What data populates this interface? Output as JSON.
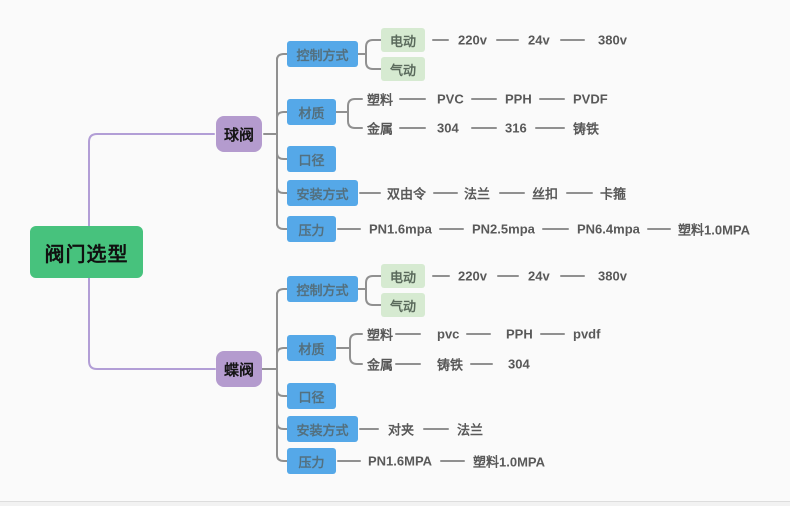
{
  "root": {
    "label": "阀门选型"
  },
  "b1": {
    "label": "球阀",
    "cat_control": "控制方式",
    "cat_material": "材质",
    "cat_diameter": "口径",
    "cat_install": "安装方式",
    "cat_pressure": "压力",
    "control": {
      "electric": "电动",
      "pneumatic": "气动",
      "volts": [
        "220v",
        "24v",
        "380v"
      ]
    },
    "material": {
      "plastic": "塑料",
      "plastic_chain": [
        "PVC",
        "PPH",
        "PVDF"
      ],
      "metal": "金属",
      "metal_chain": [
        "304",
        "316",
        "铸铁"
      ]
    },
    "install_chain": [
      "双由令",
      "法兰",
      "丝扣",
      "卡箍"
    ],
    "pressure_chain": [
      "PN1.6mpa",
      "PN2.5mpa",
      "PN6.4mpa",
      "塑料1.0MPA"
    ]
  },
  "b2": {
    "label": "蝶阀",
    "cat_control": "控制方式",
    "cat_material": "材质",
    "cat_diameter": "口径",
    "cat_install": "安装方式",
    "cat_pressure": "压力",
    "control": {
      "electric": "电动",
      "pneumatic": "气动",
      "volts": [
        "220v",
        "24v",
        "380v"
      ]
    },
    "material": {
      "plastic": "塑料",
      "plastic_chain": [
        "pvc",
        "PPH",
        "pvdf"
      ],
      "metal": "金属",
      "metal_chain": [
        "铸铁",
        "304"
      ]
    },
    "install_chain": [
      "对夹",
      "法兰"
    ],
    "pressure_chain": [
      "PN1.6MPA",
      "塑料1.0MPA"
    ]
  },
  "colors": {
    "root_green": "#47c27d",
    "branch_purple": "#b49bce",
    "category_blue": "#55a8e8",
    "leaf_green_bg": "#d6ead1",
    "line_gray": "#909090",
    "line_purple": "#b29ed6",
    "text_gray": "#595959",
    "background": "#fafafa"
  }
}
